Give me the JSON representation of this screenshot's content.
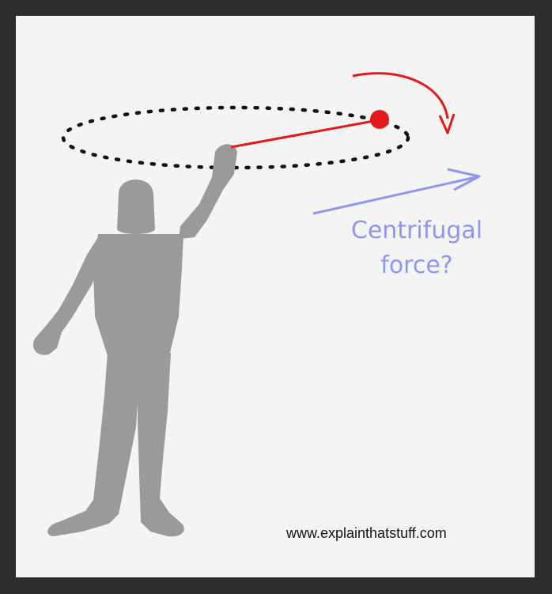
{
  "diagram": {
    "label_line1": "Centrifugal",
    "label_line2": "force?",
    "website": "www.explainthatstuff.com"
  },
  "colors": {
    "frame": "#2c2c2c",
    "background": "#f4f4f4",
    "figure": "#9a9a9a",
    "string_and_ball": "#e21a1a",
    "orbit_dots": "#111111",
    "force_arrow": "#8e96ee"
  },
  "icons": {
    "person": "person-silhouette-icon",
    "ball": "ball-icon",
    "rotation_arrow": "curved-arrow-icon",
    "force_arrow": "straight-arrow-icon"
  }
}
